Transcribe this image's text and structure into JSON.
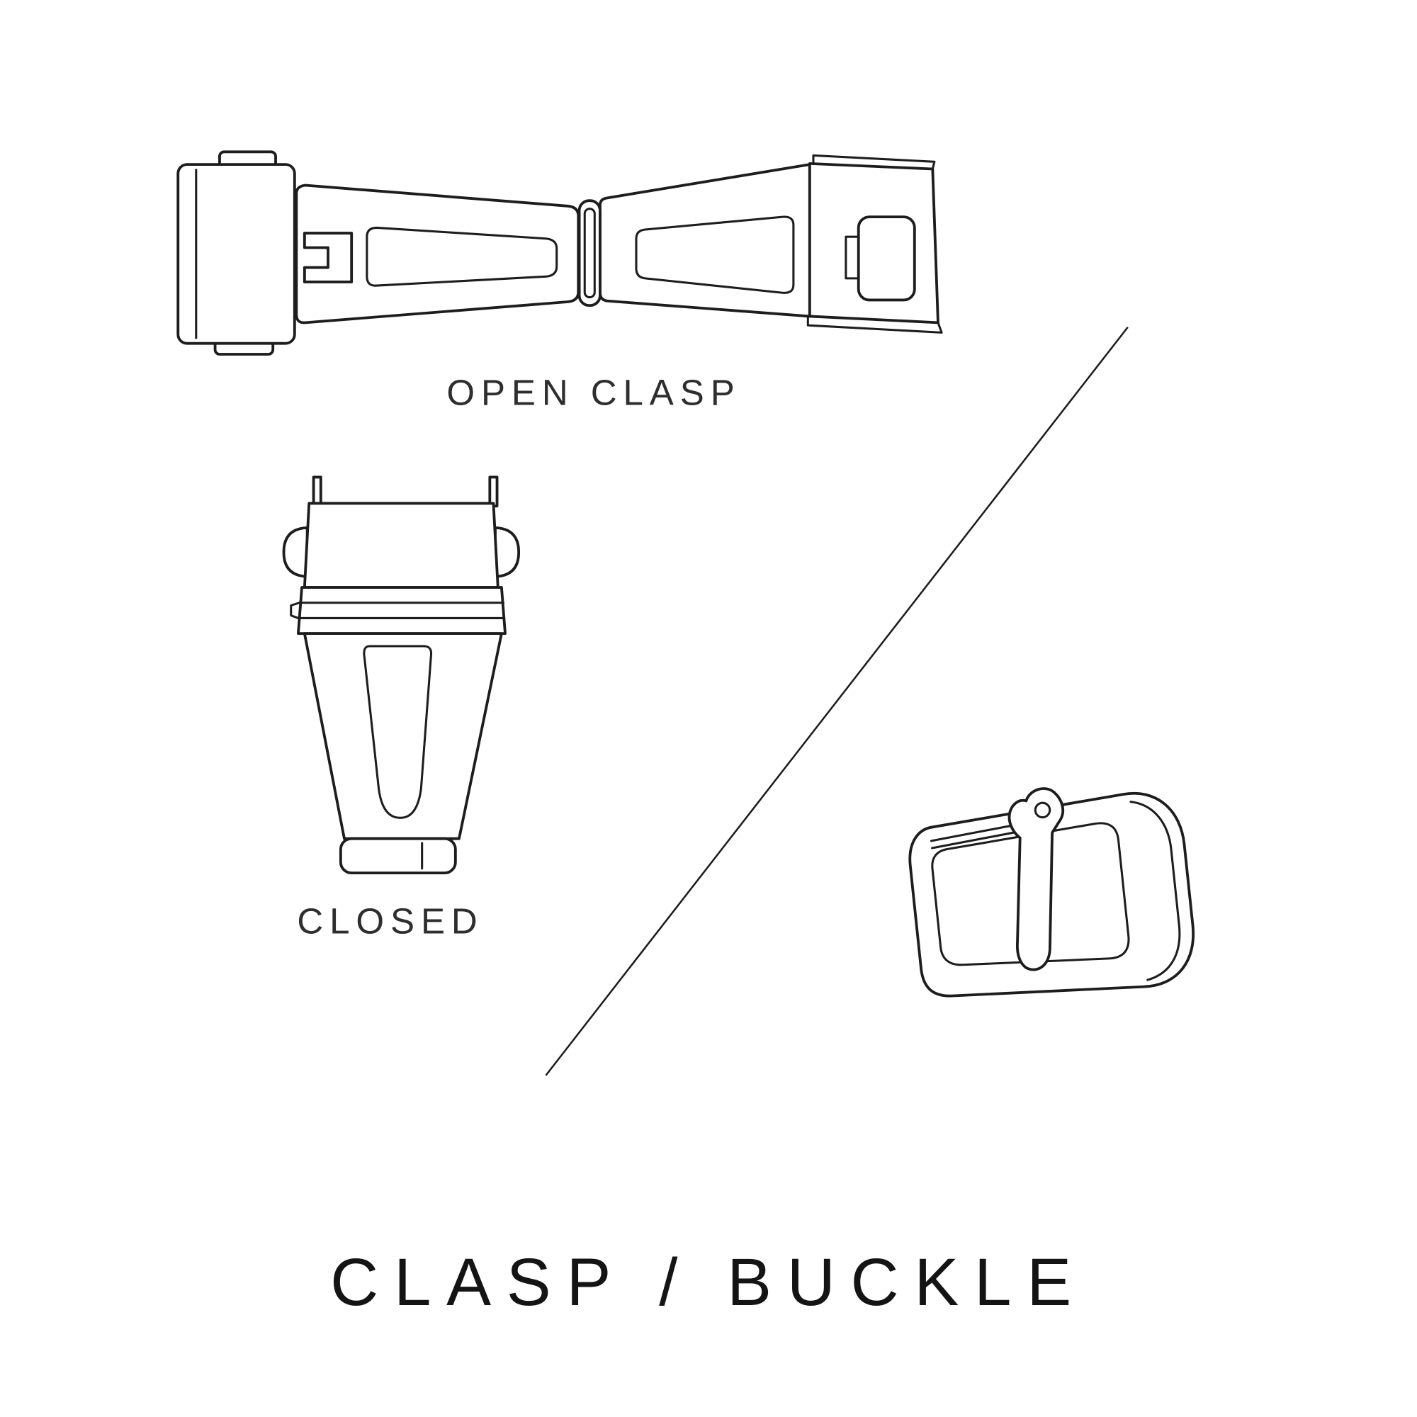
{
  "page": {
    "background_color": "#ffffff",
    "line_color": "#1d1d1d",
    "text_color": "#2e2e2e",
    "title_color": "#141414"
  },
  "diagram": {
    "title": "CLASP / BUCKLE",
    "labels": {
      "open_clasp": "OPEN CLASP",
      "closed": "CLOSED"
    },
    "icons": {
      "open_clasp": "open-clasp-illustration",
      "closed_clasp": "closed-clasp-illustration",
      "buckle": "tang-buckle-illustration",
      "divider": "diagonal-divider-line"
    }
  }
}
